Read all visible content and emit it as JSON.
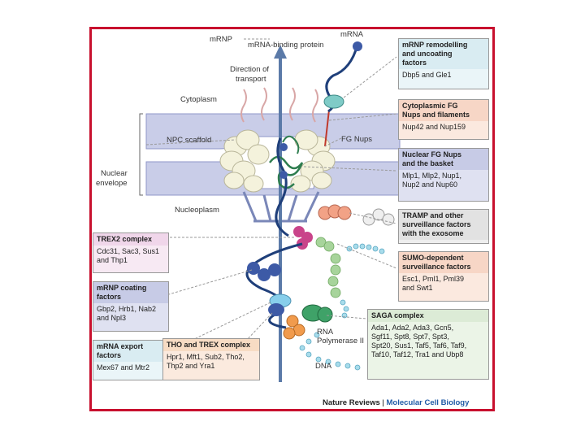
{
  "labels": {
    "mrnp": "mRNP",
    "mrna_binding_protein": "mRNA-binding protein",
    "mrna": "mRNA",
    "direction_1": "Direction of",
    "direction_2": "transport",
    "cytoplasm": "Cytoplasm",
    "npc_scaffold": "NPC scaffold",
    "fg_nups": "FG Nups",
    "nuclear_envelope_1": "Nuclear",
    "nuclear_envelope_2": "envelope",
    "nucleoplasm": "Nucleoplasm",
    "rna_pol_1": "RNA",
    "rna_pol_2": "Polymerase II",
    "dna": "DNA"
  },
  "boxes": [
    {
      "id": "remodelling",
      "header": [
        "mRNP remodelling",
        "and uncoating",
        "factors"
      ],
      "body": [
        "Dbp5 and Gle1"
      ],
      "header_color": "#d9ecf2",
      "body_color": "#eaf5f8"
    },
    {
      "id": "cyto-fg",
      "header": [
        "Cytoplasmic FG",
        "Nups and filaments"
      ],
      "body": [
        "Nup42 and Nup159"
      ],
      "header_color": "#f7d6c6",
      "body_color": "#fbe9df"
    },
    {
      "id": "nuclear-fg",
      "header": [
        "Nuclear FG Nups",
        "and the basket"
      ],
      "body": [
        "Mlp1, Mlp2, Nup1,",
        "Nup2 and Nup60"
      ],
      "header_color": "#c7cbe6",
      "body_color": "#dfe1f1"
    },
    {
      "id": "tramp",
      "header": [
        "TRAMP and other",
        "surveillance factors",
        "with the exosome"
      ],
      "body": [],
      "header_color": "#e2e2e2",
      "body_color": "#eeeeee"
    },
    {
      "id": "sumo",
      "header": [
        "SUMO-dependent",
        "surveillance factors"
      ],
      "body": [
        "Esc1, Pml1, Pml39",
        "and Swt1"
      ],
      "header_color": "#f7d6c6",
      "body_color": "#fbe9df"
    },
    {
      "id": "saga",
      "header": [
        "SAGA complex"
      ],
      "body": [
        "Ada1, Ada2, Ada3, Gcn5,",
        "Sgf11, Spt8, Spt7, Spt3,",
        "Spt20, Sus1, Taf5, Taf6, Taf9,",
        "Taf10, Taf12, Tra1 and Ubp8"
      ],
      "header_color": "#dcebd6",
      "body_color": "#ebf4e7"
    },
    {
      "id": "trex2",
      "header": [
        "TREX2 complex"
      ],
      "body": [
        "Cdc31, Sac3, Sus1",
        "and Thp1"
      ],
      "header_color": "#f0d6ea",
      "body_color": "#f7e9f3"
    },
    {
      "id": "coating",
      "header": [
        "mRNP coating",
        "factors"
      ],
      "body": [
        "Gbp2, Hrb1, Nab2",
        "and Npl3"
      ],
      "header_color": "#c7cbe6",
      "body_color": "#dfe1f1"
    },
    {
      "id": "export",
      "header": [
        "mRNA export",
        "factors"
      ],
      "body": [
        "Mex67 and Mtr2"
      ],
      "header_color": "#d9ecf2",
      "body_color": "#eaf5f8"
    },
    {
      "id": "tho",
      "header": [
        "THO and TREX complex"
      ],
      "body": [
        "Hpr1, Mft1, Sub2, Tho2,",
        "Thp2 and Yra1"
      ],
      "header_color": "#f7dcc4",
      "body_color": "#fbeade"
    }
  ],
  "credit": {
    "publisher": "Nature Reviews",
    "separator": " | ",
    "journal": "Molecular Cell Biology"
  },
  "colors": {
    "frame": "#c8102e",
    "envelope": "#c9cde8",
    "arrow": "#5b7aa8",
    "mrna": "#1f3f7a",
    "journal": "#1f5aa6"
  }
}
